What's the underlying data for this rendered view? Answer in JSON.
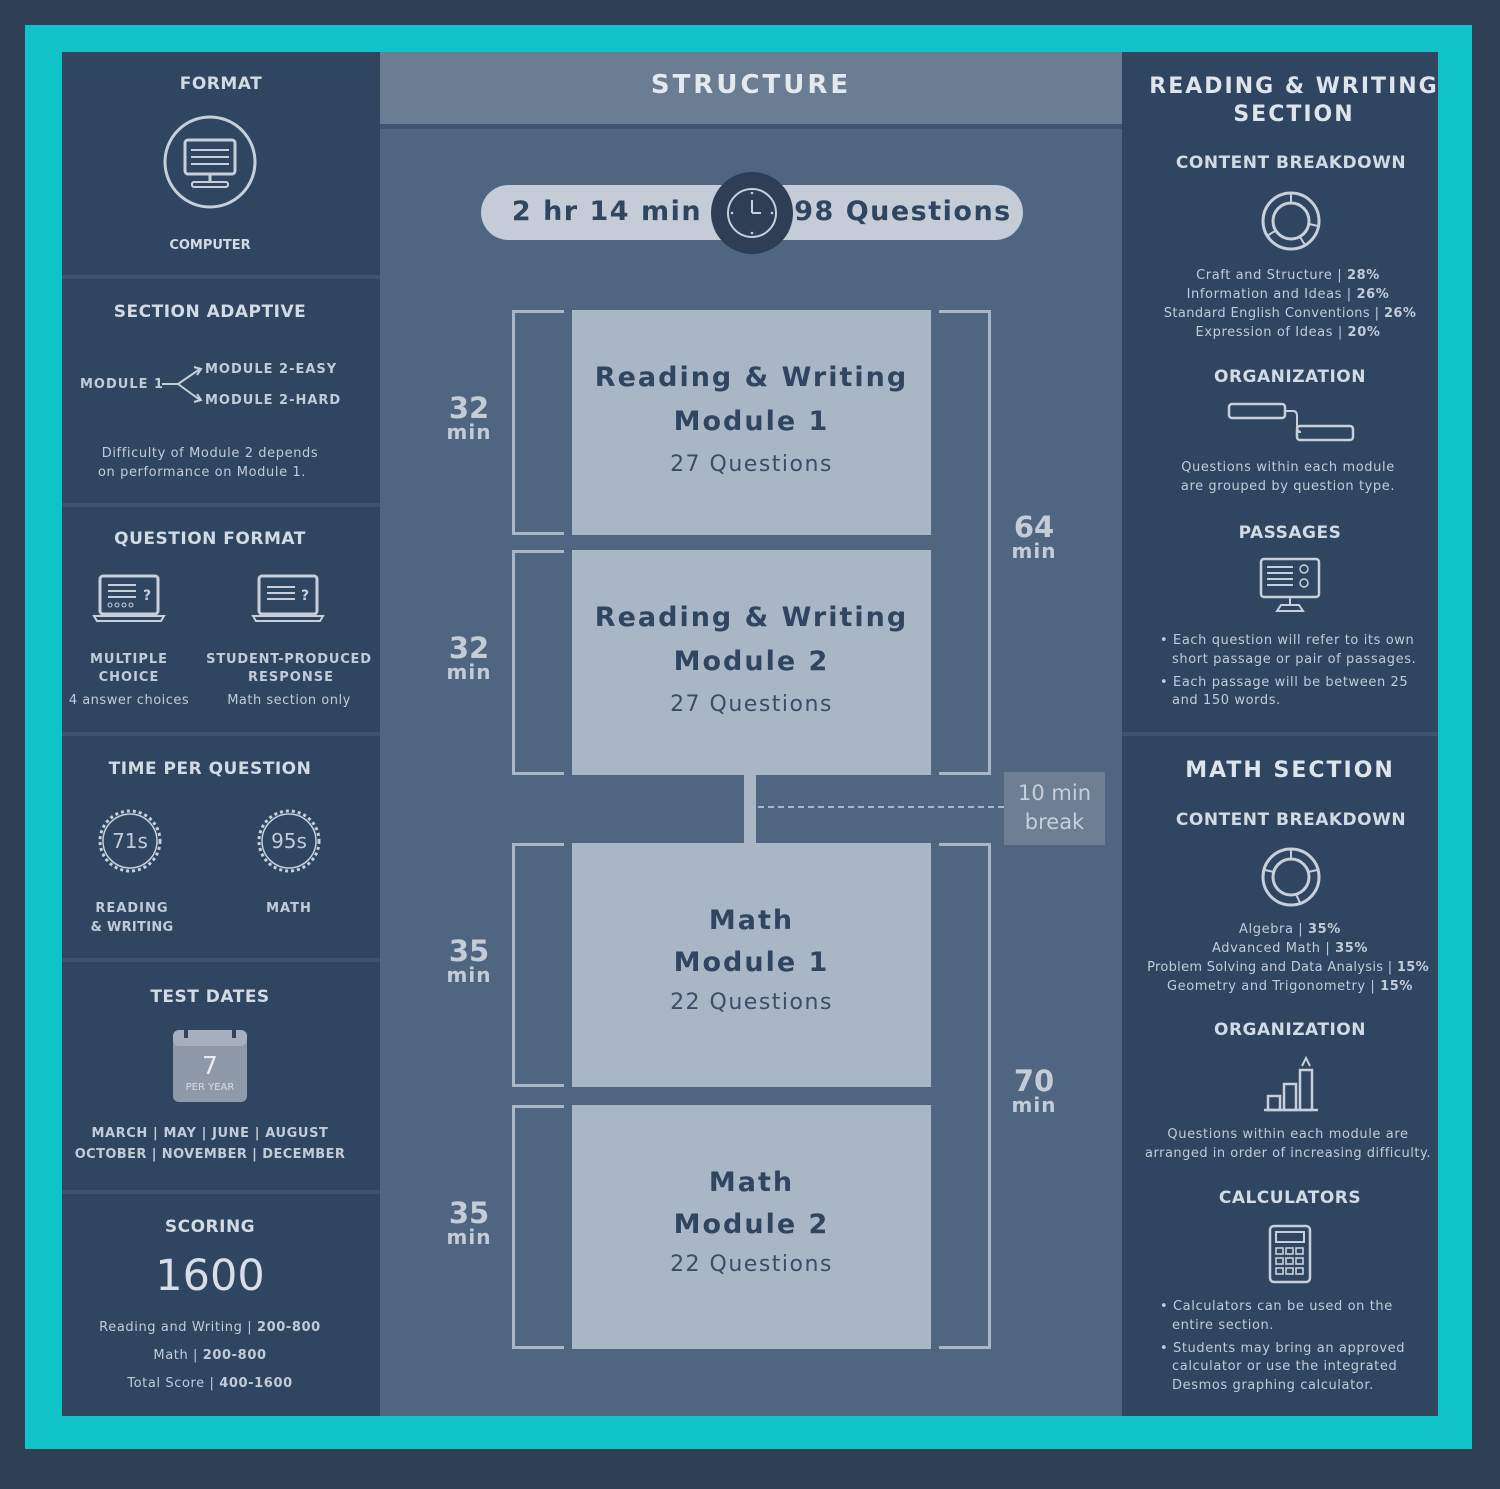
{
  "left": {
    "format": {
      "title": "FORMAT",
      "label": "COMPUTER"
    },
    "adaptive": {
      "title": "SECTION ADAPTIVE",
      "module1": "MODULE 1",
      "easy": "MODULE 2-EASY",
      "hard": "MODULE 2-HARD",
      "note1": "Difficulty of Module 2 depends",
      "note2": "on performance on Module 1."
    },
    "question_format": {
      "title": "QUESTION FORMAT",
      "mc_1": "MULTIPLE",
      "mc_2": "CHOICE",
      "mc_sub": "4 answer choices",
      "spr_1": "STUDENT-PRODUCED",
      "spr_2": "RESPONSE",
      "spr_sub": "Math section only"
    },
    "time": {
      "title": "TIME PER QUESTION",
      "rw_val": "71s",
      "rw_1": "READING",
      "rw_2": "& WRITING",
      "math_val": "95s",
      "math_label": "MATH"
    },
    "dates": {
      "title": "TEST DATES",
      "count": "7",
      "per": "PER YEAR",
      "line1": "MARCH | MAY | JUNE | AUGUST",
      "line2": "OCTOBER | NOVEMBER | DECEMBER"
    },
    "scoring": {
      "title": "SCORING",
      "total": "1600",
      "rw_label": "Reading and Writing | ",
      "rw_range": "200-800",
      "math_label": "Math | ",
      "math_range": "200-800",
      "total_label": "Total Score | ",
      "total_range": "400-1600"
    }
  },
  "structure": {
    "title": "STRUCTURE",
    "duration": "2 hr 14 min",
    "questions": "98 Questions",
    "modules": [
      {
        "line1": "Reading & Writing",
        "line2": "Module 1",
        "questions": "27 Questions",
        "minutes": "32",
        "unit": "min"
      },
      {
        "line1": "Reading & Writing",
        "line2": "Module 2",
        "questions": "27 Questions",
        "minutes": "32",
        "unit": "min"
      },
      {
        "line1": "Math",
        "line2": "Module 1",
        "questions": "22 Questions",
        "minutes": "35",
        "unit": "min"
      },
      {
        "line1": "Math",
        "line2": "Module 2",
        "questions": "22 Questions",
        "minutes": "35",
        "unit": "min"
      }
    ],
    "rw_total": "64",
    "math_total": "70",
    "unit": "min",
    "break_1": "10 min",
    "break_2": "break"
  },
  "right": {
    "rw": {
      "title1": "READING & WRITING",
      "title2": "SECTION",
      "breakdown_title": "CONTENT BREAKDOWN",
      "items": [
        {
          "label": "Craft and Structure | ",
          "pct": "28%"
        },
        {
          "label": "Information and Ideas | ",
          "pct": "26%"
        },
        {
          "label": "Standard English Conventions | ",
          "pct": "26%"
        },
        {
          "label": "Expression of Ideas | ",
          "pct": "20%"
        }
      ],
      "org_title": "ORGANIZATION",
      "org_1": "Questions within each module",
      "org_2": "are grouped by question type.",
      "passages_title": "PASSAGES",
      "p1a": "• Each question will refer to its own",
      "p1b": "short passage or pair of passages.",
      "p2a": "• Each passage will be between 25",
      "p2b": "and 150 words."
    },
    "math": {
      "title": "MATH SECTION",
      "breakdown_title": "CONTENT BREAKDOWN",
      "items": [
        {
          "label": "Algebra | ",
          "pct": "35%"
        },
        {
          "label": "Advanced Math | ",
          "pct": "35%"
        },
        {
          "label": "Problem Solving and Data Analysis | ",
          "pct": "15%"
        },
        {
          "label": "Geometry and Trigonometry | ",
          "pct": "15%"
        }
      ],
      "org_title": "ORGANIZATION",
      "org_1": "Questions within each module are",
      "org_2": "arranged in order of increasing difficulty.",
      "calc_title": "CALCULATORS",
      "c1a": "• Calculators can be used on the",
      "c1b": "entire section.",
      "c2a": "• Students may bring an approved",
      "c2b": "calculator or use the integrated",
      "c2c": "Desmos graphing calculator."
    }
  }
}
